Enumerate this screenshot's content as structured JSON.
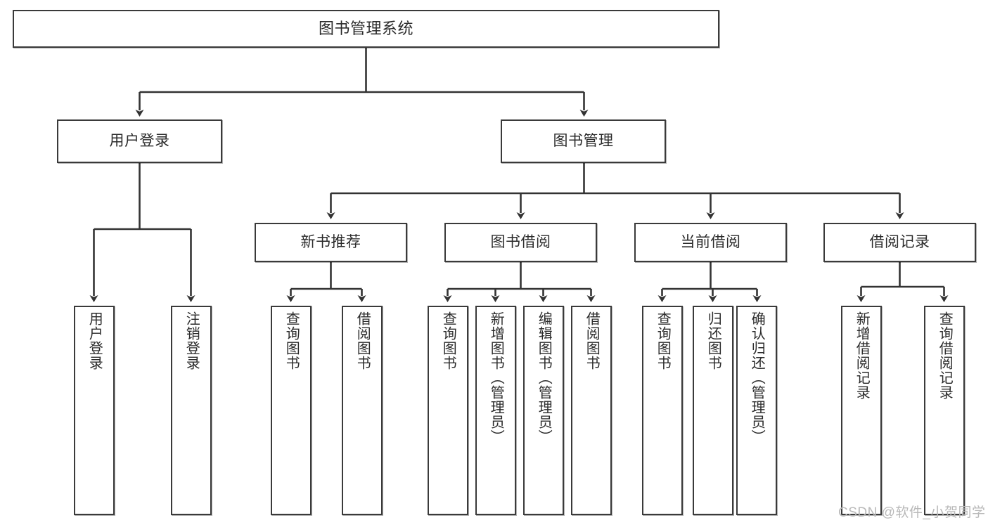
{
  "diagram": {
    "title": "图书管理系统",
    "watermark": "CSDN @软件_小贺同学",
    "colors": {
      "box_border": "#3a3a3a",
      "box_fill": "#ffffff",
      "connector": "#333333",
      "text": "#2b2b2b",
      "watermark": "#b9b9b9",
      "background": "#ffffff"
    },
    "nodes": {
      "root": {
        "label": "图书管理系统"
      },
      "level2": [
        {
          "label": "用户登录"
        },
        {
          "label": "图书管理"
        }
      ],
      "level3": [
        {
          "label": "新书推荐"
        },
        {
          "label": "图书借阅"
        },
        {
          "label": "当前借阅"
        },
        {
          "label": "借阅记录"
        }
      ],
      "leaves": {
        "user_login": [
          {
            "label": "用户登录"
          },
          {
            "label": "注销登录"
          }
        ],
        "new_book": [
          {
            "label": "查询图书"
          },
          {
            "label": "借阅图书"
          }
        ],
        "book_borrow": [
          {
            "label": "查询图书"
          },
          {
            "label": "新增图书（管理员）"
          },
          {
            "label": "编辑图书（管理员）"
          },
          {
            "label": "借阅图书"
          }
        ],
        "current_borrow": [
          {
            "label": "查询图书"
          },
          {
            "label": "归还图书"
          },
          {
            "label": "确认归还（管理员）"
          }
        ],
        "borrow_record": [
          {
            "label": "新增借阅记录"
          },
          {
            "label": "查询借阅记录"
          }
        ]
      }
    }
  }
}
